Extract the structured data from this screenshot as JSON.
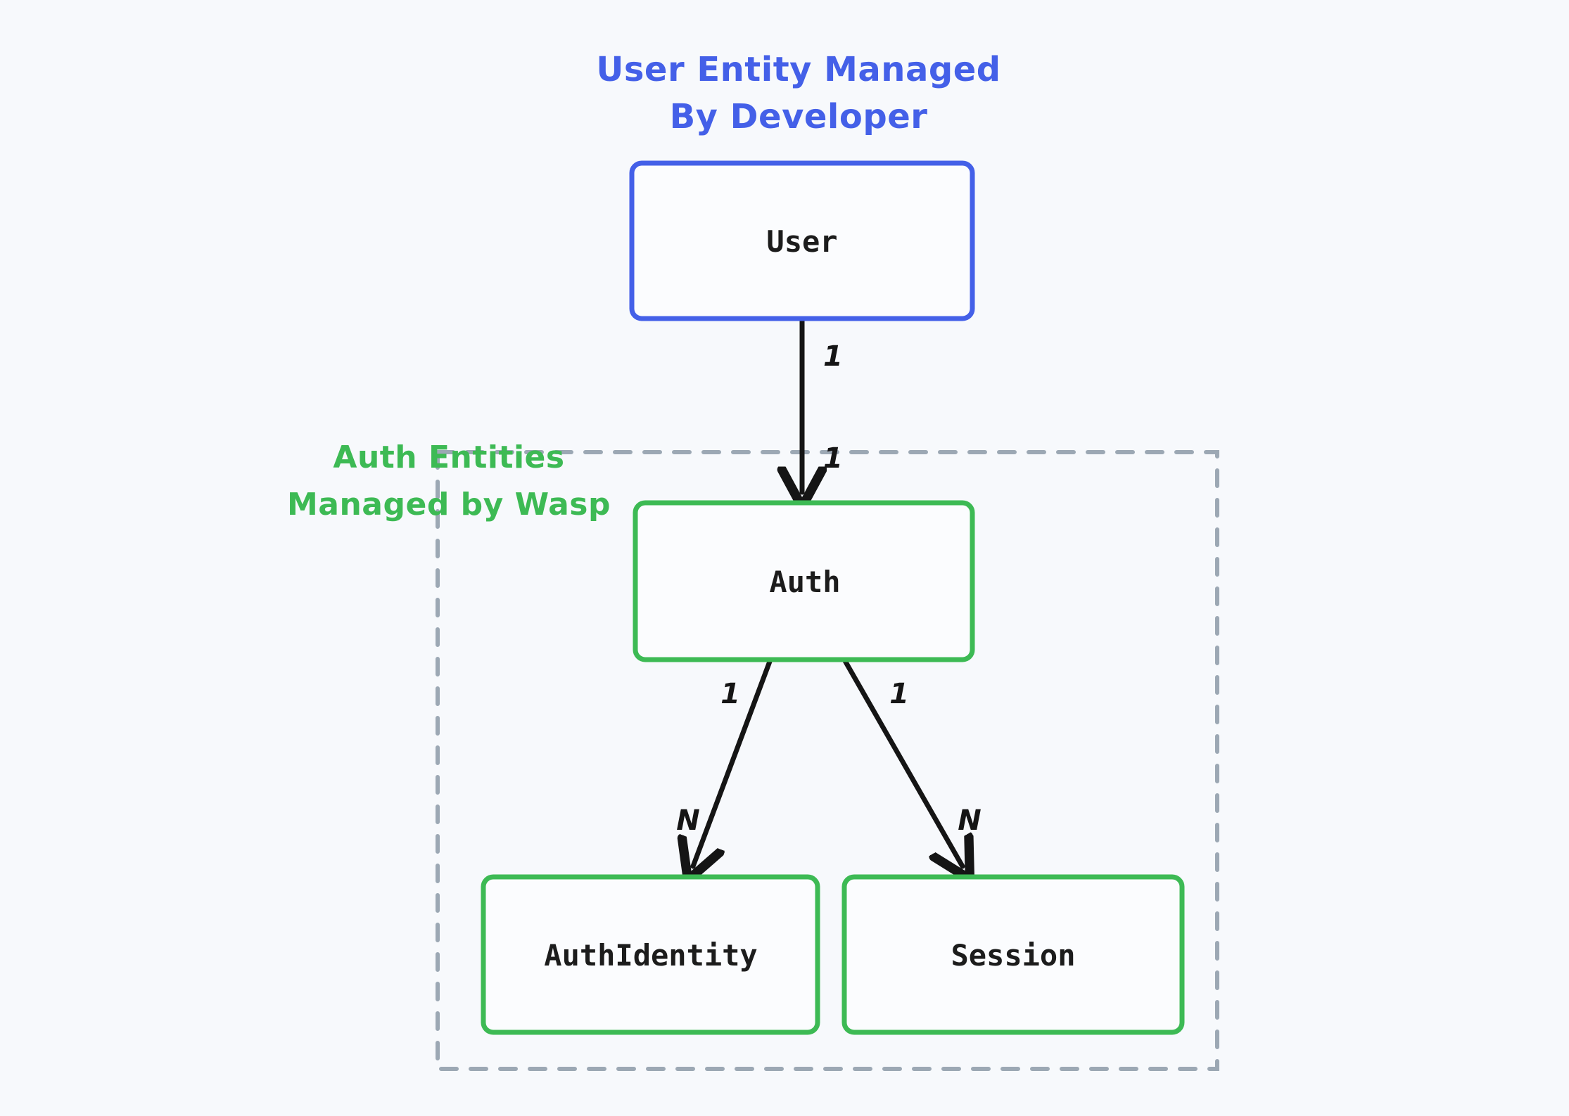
{
  "diagram": {
    "title_blue": {
      "line1": "User Entity Managed",
      "line2": "By Developer"
    },
    "group_label_green": {
      "line1": "Auth Entities",
      "line2": "Managed by Wasp"
    },
    "colors": {
      "background": "#f7f9fc",
      "blue": "#4460e8",
      "green": "#3dba54",
      "dashed_gray": "#9ca8b4",
      "edge_black": "#151515",
      "node_fill": "#fbfcfe",
      "node_text": "#1c1c1c"
    },
    "nodes": [
      {
        "id": "user",
        "label": "User",
        "color": "blue"
      },
      {
        "id": "auth",
        "label": "Auth",
        "color": "green"
      },
      {
        "id": "authidentity",
        "label": "AuthIdentity",
        "color": "green"
      },
      {
        "id": "session",
        "label": "Session",
        "color": "green"
      }
    ],
    "edges": [
      {
        "from": "user",
        "to": "auth",
        "source_cardinality": "1",
        "target_cardinality": "1"
      },
      {
        "from": "auth",
        "to": "authidentity",
        "source_cardinality": "1",
        "target_cardinality": "N"
      },
      {
        "from": "auth",
        "to": "session",
        "source_cardinality": "1",
        "target_cardinality": "N"
      }
    ]
  }
}
